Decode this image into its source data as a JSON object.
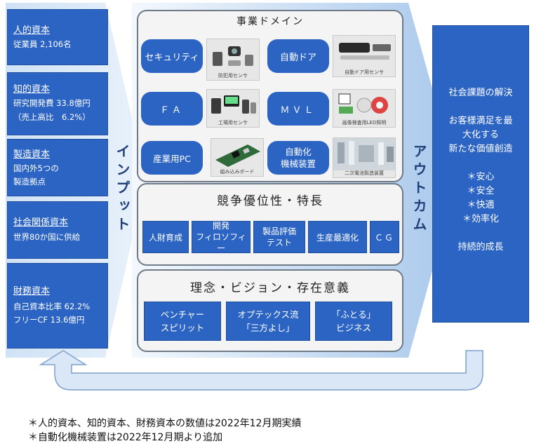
{
  "input": {
    "label": "インプット",
    "capitals": [
      {
        "title": "人的資本",
        "lines": [
          "従業員 2,106名"
        ]
      },
      {
        "title": "知的資本",
        "lines": [
          "研究開発費 33.8億円",
          "（売上高比　6.2%）"
        ]
      },
      {
        "title": "製造資本",
        "lines": [
          "国内外5つの",
          "製造拠点"
        ]
      },
      {
        "title": "社会関係資本",
        "lines": [
          "世界80か国に供給"
        ]
      },
      {
        "title": "財務資本",
        "lines": [
          "自己資本比率 62.2%",
          "フリーCF 13.6億円"
        ]
      }
    ]
  },
  "domain": {
    "title": "事業ドメイン",
    "items": [
      {
        "label": "セキュリティ",
        "caption": "防犯用センサ"
      },
      {
        "label": "自動ドア",
        "caption": "自動ドア用センサ"
      },
      {
        "label": "ＦＡ",
        "caption": "工場用センサ"
      },
      {
        "label": "ＭＶＬ",
        "caption": "画像検査用LED照明"
      },
      {
        "label": "産業用PC",
        "caption": "組み込みボード"
      },
      {
        "label": "自動化\n機械装置",
        "caption": "二次電池製造装置"
      }
    ]
  },
  "advantage": {
    "title": "競争優位性・特長",
    "items": [
      "人財育成",
      "開発\nフィロソフィー",
      "製品評価\nテスト",
      "生産最適化",
      "ＣＧ"
    ]
  },
  "philosophy": {
    "title": "理念・ビジョン・存在意義",
    "items": [
      "ベンチャー\nスピリット",
      "オプテックス流\n「三方よし」",
      "「ふとる」\nビジネス"
    ]
  },
  "outcome": {
    "label": "アウトカム",
    "lines": [
      "社会課題の解決",
      "",
      "お客様満足を最",
      "大化する",
      "新たな価値創造",
      "",
      "＊安心",
      "＊安全",
      "＊快適",
      "＊効率化",
      "",
      "持続的成長"
    ]
  },
  "notes": [
    "＊人的資本、知的資本、財務資本の数値は2022年12月期実績",
    "＊自動化機械装置は2022年12月期より追加"
  ],
  "colors": {
    "box_blue": "#2c64c4",
    "arrow_light": "#cfe2f5",
    "arrow_mid": "#a9c8ec",
    "panel_border": "#6e7a86"
  }
}
